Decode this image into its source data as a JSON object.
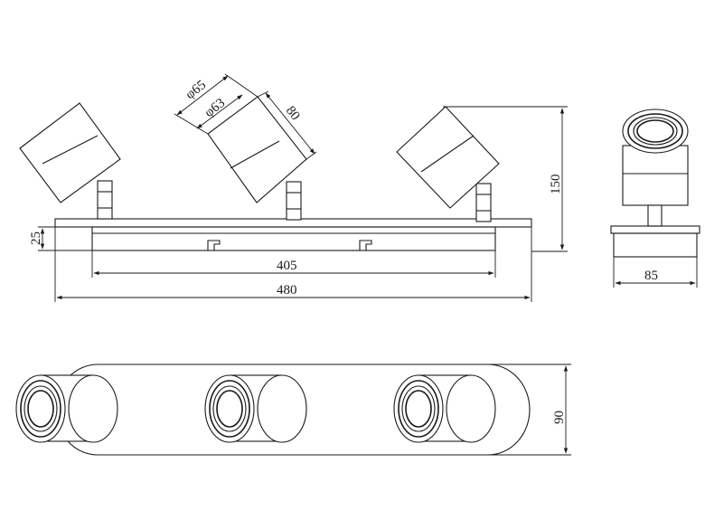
{
  "drawing": {
    "dimensions": {
      "d_outer": "φ65",
      "d_inner": "φ63",
      "head_length": "80",
      "height": "150",
      "base_thickness": "25",
      "back_plate": "405",
      "overall_length": "480",
      "side_depth": "85",
      "width": "90"
    }
  },
  "colors": {
    "line": "#1a1a1a",
    "background": "#ffffff"
  }
}
